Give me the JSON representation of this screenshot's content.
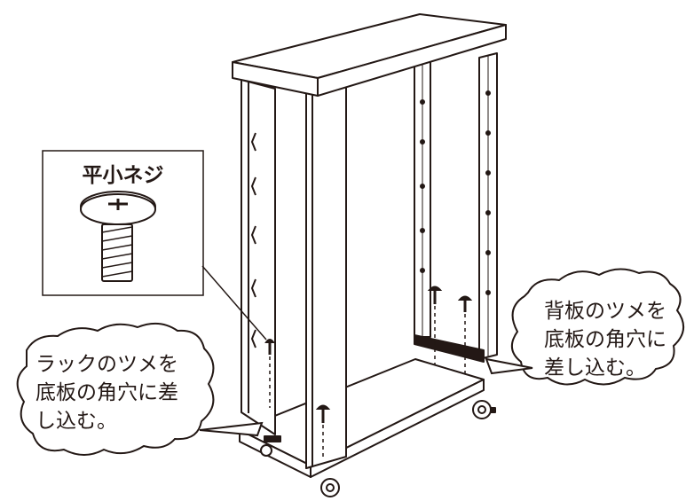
{
  "screw_callout": {
    "title": "平小ネジ",
    "icon": "pan-head-phillips-screw"
  },
  "notes": {
    "rack": {
      "lines": [
        "ラックのツメを",
        "底板の角穴に差",
        "し込む。"
      ]
    },
    "back": {
      "lines": [
        "背板のツメを",
        "底板の角穴に",
        "差し込む。"
      ]
    }
  },
  "colors": {
    "line": "#231815",
    "background": "#ffffff"
  }
}
